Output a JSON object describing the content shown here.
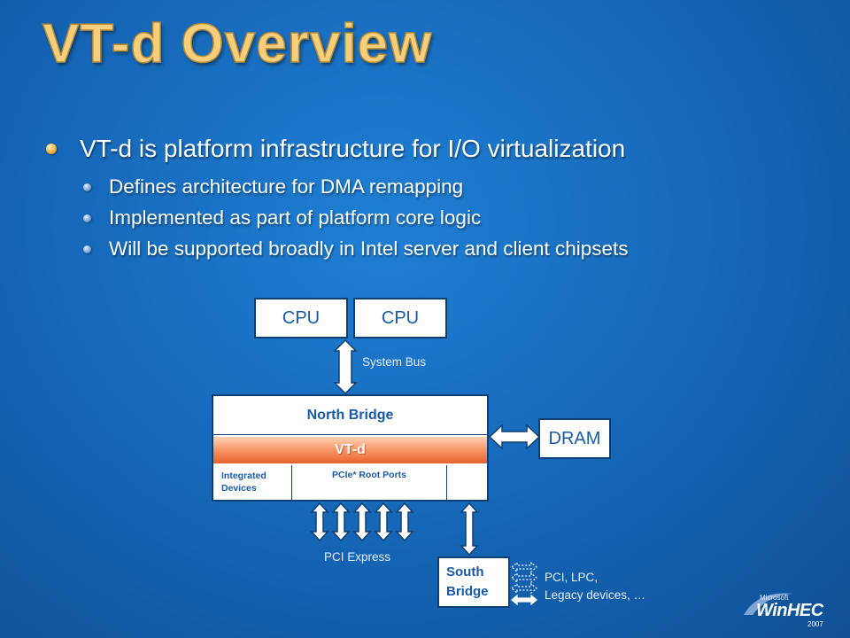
{
  "slide": {
    "title": "VT-d Overview",
    "bullets": {
      "main": "VT-d is platform infrastructure for I/O virtualization",
      "sub": [
        "Defines architecture for DMA remapping",
        "Implemented as part of platform core logic",
        "Will be supported broadly in Intel server and client chipsets"
      ]
    }
  },
  "diagram": {
    "cpu_left": "CPU",
    "cpu_right": "CPU",
    "system_bus_label": "System Bus",
    "north_bridge": "North Bridge",
    "vtd": "VT-d",
    "integrated_devices_line1": "Integrated",
    "integrated_devices_line2": "Devices",
    "pcie_root_ports": "PCIe* Root Ports",
    "dram": "DRAM",
    "pci_express_label": "PCI Express",
    "south_bridge_line1": "South",
    "south_bridge_line2": "Bridge",
    "legacy_line1": "PCI, LPC,",
    "legacy_line2": "Legacy devices, …"
  },
  "logo": {
    "microsoft": "Microsoft",
    "name": "WinHEC",
    "year": "2007"
  },
  "colors": {
    "background": "#1565b5",
    "title": "#f6cf7d",
    "box_text": "#1a5aa5",
    "vtd_band": "#f79060"
  }
}
